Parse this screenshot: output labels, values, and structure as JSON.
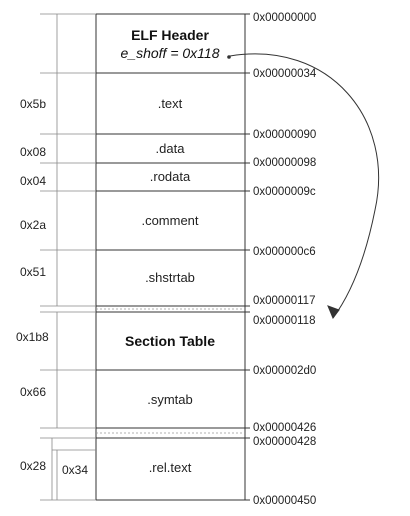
{
  "header": {
    "title": "ELF Header",
    "shoff_label": "e_shoff = 0x118"
  },
  "sections": [
    {
      "name": ".text"
    },
    {
      "name": ".data"
    },
    {
      "name": ".rodata"
    },
    {
      "name": ".comment"
    },
    {
      "name": ".shstrtab"
    },
    {
      "name": "Section Table"
    },
    {
      "name": ".symtab"
    },
    {
      "name": ".rel.text"
    }
  ],
  "addresses": [
    "0x00000000",
    "0x00000034",
    "0x00000090",
    "0x00000098",
    "0x0000009c",
    "0x000000c6",
    "0x00000117",
    "0x00000118",
    "0x000002d0",
    "0x00000426",
    "0x00000428",
    "0x00000450"
  ],
  "sizes": {
    "text": "0x5b",
    "data": "0x08",
    "rodata": "0x04",
    "comment": "0x2a",
    "shstrtab": "0x51",
    "section_table": "0x1b8",
    "symtab": "0x66",
    "rel_text_outer": "0x28",
    "rel_text_inner": "0x34"
  }
}
